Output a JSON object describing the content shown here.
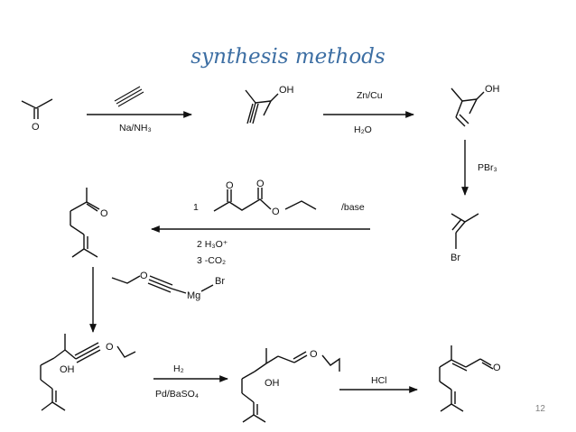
{
  "slide": {
    "title": "synthesis  methods",
    "page_number": "12"
  },
  "reagents": {
    "r1": "Na/NH₃",
    "r2_top": "Zn/Cu",
    "r2_bottom": "H₂O",
    "r3": "PBr₃",
    "r4_num": "1",
    "r4_base": "/base",
    "r4_step2": "2 H₃O⁺",
    "r4_step3": "3 -CO₂",
    "r6_top": "H₂",
    "r6_bottom": "Pd/BaSO₄",
    "r7": "HCl"
  },
  "atoms": {
    "O": "O",
    "OH": "OH",
    "Br": "Br",
    "Mg": "Mg"
  }
}
